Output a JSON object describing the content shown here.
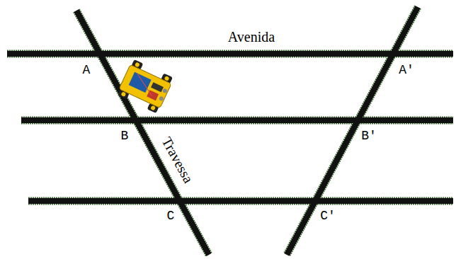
{
  "diagram": {
    "labels": [
      "Avenida",
      "A",
      "A'",
      "B",
      "B'",
      "C",
      "C'",
      "Travessa"
    ]
  }
}
